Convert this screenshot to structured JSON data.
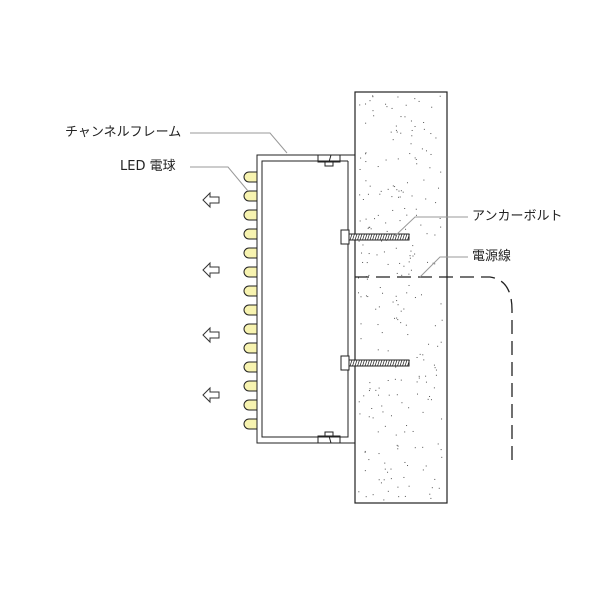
{
  "labels": {
    "channel_frame": "チャンネルフレーム",
    "led_bulb": "LED 電球",
    "anchor_bolt": "アンカーボルト",
    "power_line": "電源線"
  },
  "colors": {
    "led": "#f7f3b0",
    "line": "#222222",
    "leader": "#999999"
  },
  "led_count": 14,
  "light_arrows": 4
}
